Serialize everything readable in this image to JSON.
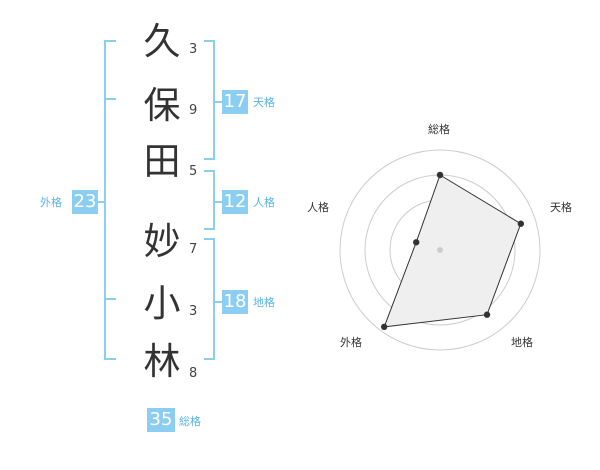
{
  "name": {
    "characters": [
      {
        "char": "久",
        "strokes": "3"
      },
      {
        "char": "保",
        "strokes": "9"
      },
      {
        "char": "田",
        "strokes": "5"
      },
      {
        "char": "妙",
        "strokes": "7"
      },
      {
        "char": "小",
        "strokes": "3"
      },
      {
        "char": "林",
        "strokes": "8"
      }
    ]
  },
  "kakusu": {
    "tenkaku": {
      "value": "17",
      "label": "天格"
    },
    "jinkaku": {
      "value": "12",
      "label": "人格"
    },
    "chikaku": {
      "value": "18",
      "label": "地格"
    },
    "gaikaku": {
      "value": "23",
      "label": "外格"
    },
    "soukaku": {
      "value": "35",
      "label": "総格"
    }
  },
  "chart_data": {
    "type": "radar",
    "axes": [
      "総格",
      "天格",
      "地格",
      "外格",
      "人格"
    ],
    "values": [
      0.75,
      0.85,
      0.8,
      0.95,
      0.25
    ],
    "scale_max": 1,
    "rings": 4,
    "grid": true
  },
  "colors": {
    "accent": "#8ccdf2",
    "accent_text": "#5ab4e6",
    "chart_fill": "#efefef",
    "chart_line": "#333333",
    "grid": "#cccccc"
  }
}
